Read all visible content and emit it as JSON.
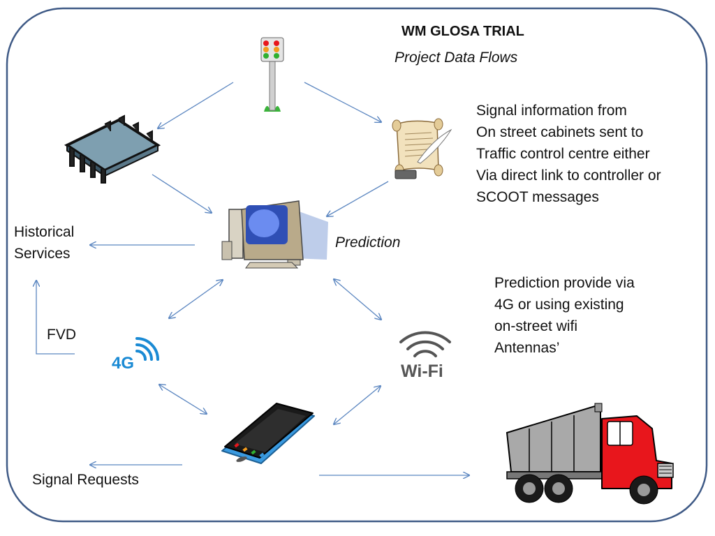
{
  "title": "WM GLOSA TRIAL",
  "subtitle": "Project Data Flows",
  "labels": {
    "historical_services": "Historical\nServices",
    "prediction": "Prediction",
    "fvd": "FVD",
    "signal_requests": "Signal Requests"
  },
  "notes": {
    "signal_information": "Signal information from\nOn street cabinets sent to\nTraffic control centre either\nVia direct link to controller or\nSCOOT messages",
    "prediction_provide": "Prediction provide via\n4G or using existing\non-street wifi\nAntennas’"
  },
  "icons": {
    "traffic_light": "traffic-light-icon",
    "controller_chip": "controller-chip-icon",
    "scroll": "scroll-icon",
    "computer": "computer-icon",
    "four_g": "4g-icon",
    "wifi": "wifi-icon",
    "smartphone": "smartphone-icon",
    "truck": "truck-icon"
  },
  "icon_text": {
    "four_g": "4G",
    "wifi": "Wi-Fi"
  },
  "colors": {
    "frame": "#3f5a86",
    "arrow": "#5b86c0",
    "four_g": "#1a8ad4",
    "wifi": "#555555",
    "truck_cab": "#e8161c",
    "truck_bed": "#a9a9a9"
  }
}
